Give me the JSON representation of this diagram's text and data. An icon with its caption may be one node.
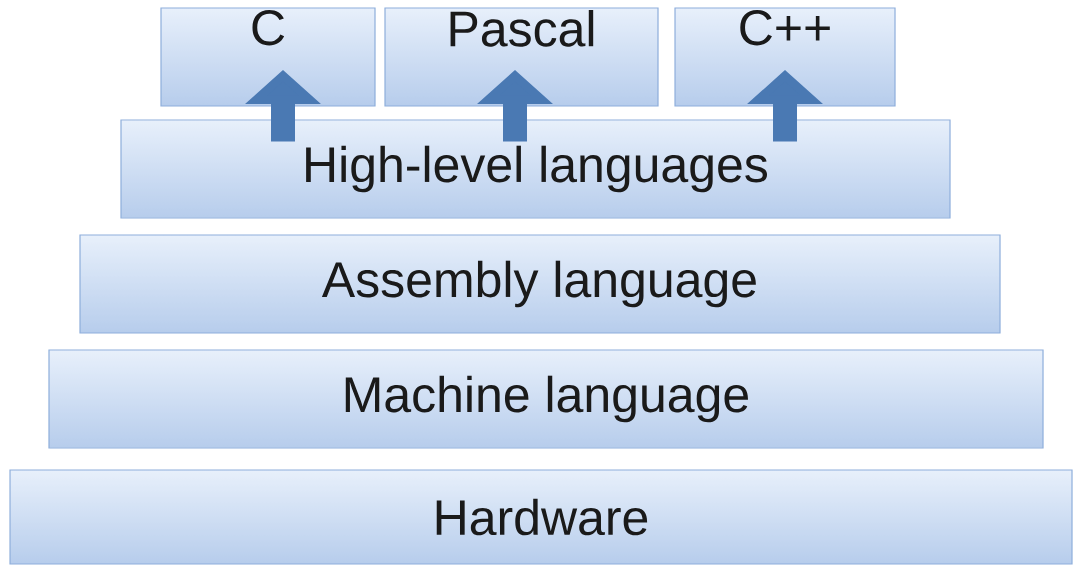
{
  "diagram": {
    "nodes": [
      {
        "text": [
          "C"
        ]
      },
      {
        "text": [
          "Pascal"
        ]
      },
      {
        "text": [
          "C++"
        ]
      },
      {
        "text": [
          "High-level languages"
        ]
      },
      {
        "text": [
          "Assembly language"
        ]
      },
      {
        "text": [
          "Machine language"
        ]
      },
      {
        "text": [
          "Hardware"
        ]
      }
    ],
    "edges": [
      {
        "from": 3,
        "to": 0,
        "arrow": "to"
      },
      {
        "from": 3,
        "to": 1,
        "arrow": "to"
      },
      {
        "from": 3,
        "to": 2,
        "arrow": "to"
      }
    ]
  }
}
